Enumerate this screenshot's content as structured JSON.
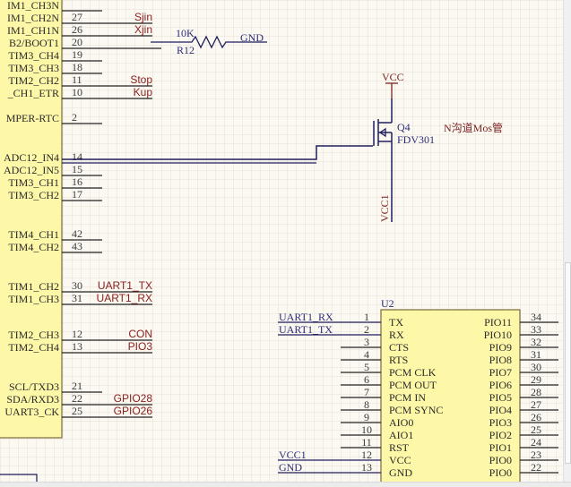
{
  "colors": {
    "component_fill": "#fdf7a8",
    "component_border": "#7a6a3a",
    "wire": "#1f1f5e",
    "pin_line": "#222222",
    "net_label": "#8a2020",
    "power_port": "#7a2222",
    "component_text": "#2c2c7a"
  },
  "mcu": {
    "pins": [
      {
        "name": "IM1_CH3N",
        "num": "",
        "net": ""
      },
      {
        "name": "IM1_CH2N",
        "num": "27",
        "net": "Sjin"
      },
      {
        "name": "IM1_CH1N",
        "num": "26",
        "net": "Xjin"
      },
      {
        "name": "B2/BOOT1",
        "num": "20",
        "net": ""
      },
      {
        "name": "TIM3_CH4",
        "num": "19",
        "net": ""
      },
      {
        "name": "TIM3_CH3",
        "num": "18",
        "net": ""
      },
      {
        "name": "TIM2_CH2",
        "num": "11",
        "net": "Stop"
      },
      {
        "name": "_CH1_ETR",
        "num": "10",
        "net": "Kup"
      },
      {
        "name": "MPER-RTC",
        "num": "2",
        "net": ""
      },
      {
        "name": "ADC12_IN4",
        "num": "14",
        "net": ""
      },
      {
        "name": "ADC12_IN5",
        "num": "15",
        "net": ""
      },
      {
        "name": "TIM3_CH1",
        "num": "16",
        "net": ""
      },
      {
        "name": "TIM3_CH2",
        "num": "17",
        "net": ""
      },
      {
        "name": "TIM4_CH1",
        "num": "42",
        "net": ""
      },
      {
        "name": "TIM4_CH2",
        "num": "43",
        "net": ""
      },
      {
        "name": "TIM1_CH2",
        "num": "30",
        "net": "UART1_TX"
      },
      {
        "name": "TIM1_CH3",
        "num": "31",
        "net": "UART1_RX"
      },
      {
        "name": "TIM2_CH3",
        "num": "12",
        "net": "CON"
      },
      {
        "name": "TIM2_CH4",
        "num": "13",
        "net": "PIO3"
      },
      {
        "name": "SCL/TXD3",
        "num": "21",
        "net": ""
      },
      {
        "name": "SDA/RXD3",
        "num": "22",
        "net": "GPIO28"
      },
      {
        "name": "UART3_CK",
        "num": "25",
        "net": "GPIO26"
      }
    ]
  },
  "resistor": {
    "designator": "R12",
    "value": "10K",
    "net": "GND"
  },
  "mosfet": {
    "designator": "Q4",
    "part": "FDV301",
    "top_power": "VCC",
    "bottom_power": "VCC1",
    "note": "N沟道Mos管"
  },
  "u2": {
    "designator": "U2",
    "left_pins": [
      {
        "num": "1",
        "name": "TX",
        "net": "UART1_RX"
      },
      {
        "num": "2",
        "name": "RX",
        "net": "UART1_TX"
      },
      {
        "num": "3",
        "name": "CTS",
        "net": ""
      },
      {
        "num": "4",
        "name": "RTS",
        "net": ""
      },
      {
        "num": "5",
        "name": "PCM CLK",
        "net": ""
      },
      {
        "num": "6",
        "name": "PCM OUT",
        "net": ""
      },
      {
        "num": "7",
        "name": "PCM IN",
        "net": ""
      },
      {
        "num": "8",
        "name": "PCM SYNC",
        "net": ""
      },
      {
        "num": "9",
        "name": "AIO0",
        "net": ""
      },
      {
        "num": "10",
        "name": "AIO1",
        "net": ""
      },
      {
        "num": "11",
        "name": "RST",
        "net": ""
      },
      {
        "num": "12",
        "name": "VCC",
        "net": "VCC1"
      },
      {
        "num": "13",
        "name": "GND",
        "net": "GND"
      }
    ],
    "right_pins": [
      {
        "num": "34",
        "name": "PIO11"
      },
      {
        "num": "33",
        "name": "PIO10"
      },
      {
        "num": "32",
        "name": "PIO9"
      },
      {
        "num": "31",
        "name": "PIO8"
      },
      {
        "num": "30",
        "name": "PIO7"
      },
      {
        "num": "29",
        "name": "PIO6"
      },
      {
        "num": "28",
        "name": "PIO5"
      },
      {
        "num": "27",
        "name": "PIO4"
      },
      {
        "num": "26",
        "name": "PIO3"
      },
      {
        "num": "25",
        "name": "PIO2"
      },
      {
        "num": "24",
        "name": "PIO1"
      },
      {
        "num": "23",
        "name": "PIO0"
      },
      {
        "num": "22",
        "name": "PIO0"
      }
    ]
  }
}
